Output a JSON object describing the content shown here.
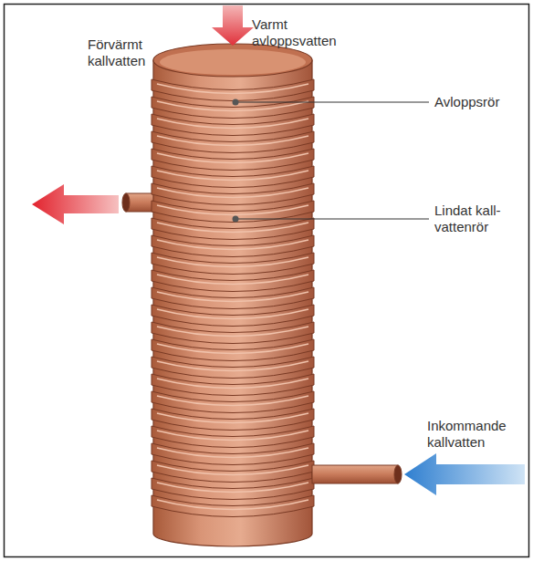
{
  "diagram": {
    "labels": [
      "Varmt avloppsvatten",
      "Förvärmt kallvatten",
      "Avloppsrör",
      "Lindat kall- vattenrör",
      "Inkommande kallvatten"
    ]
  }
}
